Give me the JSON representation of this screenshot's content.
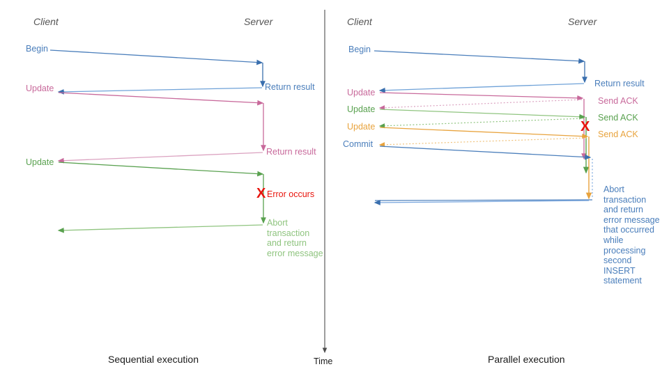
{
  "figure": {
    "title_left": "Sequential execution",
    "title_right": "Parallel execution",
    "time_axis_label": "Time"
  },
  "colors": {
    "blue": "#4a7ebb",
    "blue_dark": "#3a6fae",
    "pink": "#c8699b",
    "pink_light": "#dba2c0",
    "green": "#59a14f",
    "green_light": "#8fc47f",
    "orange": "#e8a33d",
    "orange_light": "#f0c27a",
    "red": "#e8140c",
    "header_gray": "#555555",
    "caption_black": "#1a1a1a"
  },
  "left_panel": {
    "name": "Sequential execution",
    "header_client": "Client",
    "header_server": "Server",
    "caption": "Sequential execution",
    "messages": [
      {
        "id": "begin",
        "label": "Begin",
        "color": "blue",
        "direction": "to-server"
      },
      {
        "id": "return1",
        "label": "Return result",
        "color": "blue",
        "direction": "to-client"
      },
      {
        "id": "update1",
        "label": "Update",
        "color": "pink",
        "direction": "to-server"
      },
      {
        "id": "return2",
        "label": "Return result",
        "color": "pink",
        "direction": "to-client"
      },
      {
        "id": "update2",
        "label": "Update",
        "color": "green",
        "direction": "to-server"
      },
      {
        "id": "error",
        "label": "Error occurs",
        "color": "red",
        "direction": "marker"
      },
      {
        "id": "abort",
        "label": "Abort transaction and return error message",
        "color": "green",
        "direction": "to-client"
      }
    ],
    "abort_note_lines": [
      "Abort",
      "transaction",
      "and return",
      "error message"
    ],
    "error_marker": "X"
  },
  "right_panel": {
    "name": "Parallel execution",
    "header_client": "Client",
    "header_server": "Server",
    "caption": "Parallel execution",
    "messages": [
      {
        "id": "begin",
        "label": "Begin",
        "color": "blue",
        "direction": "to-server"
      },
      {
        "id": "return1",
        "label": "Return result",
        "color": "blue",
        "direction": "to-client"
      },
      {
        "id": "update1",
        "label": "Update",
        "color": "pink",
        "direction": "to-server"
      },
      {
        "id": "ack1",
        "label": "Send ACK",
        "color": "pink",
        "direction": "to-client"
      },
      {
        "id": "update2",
        "label": "Update",
        "color": "green",
        "direction": "to-server"
      },
      {
        "id": "ack2",
        "label": "Send ACK",
        "color": "green",
        "direction": "to-client"
      },
      {
        "id": "update3",
        "label": "Update",
        "color": "orange",
        "direction": "to-server"
      },
      {
        "id": "ack3",
        "label": "Send ACK",
        "color": "orange",
        "direction": "to-client"
      },
      {
        "id": "commit",
        "label": "Commit",
        "color": "blue",
        "direction": "to-server"
      },
      {
        "id": "error",
        "label": "X",
        "color": "red",
        "direction": "marker"
      },
      {
        "id": "abort",
        "label": "Abort transaction and return error message that occurred while processing second INSERT statement",
        "color": "blue",
        "direction": "to-client"
      }
    ],
    "abort_note_lines": [
      "Abort",
      "transaction",
      "and return",
      "error message",
      "that occurred",
      "while",
      "processing",
      "second",
      "INSERT",
      "statement"
    ],
    "error_marker": "X"
  }
}
